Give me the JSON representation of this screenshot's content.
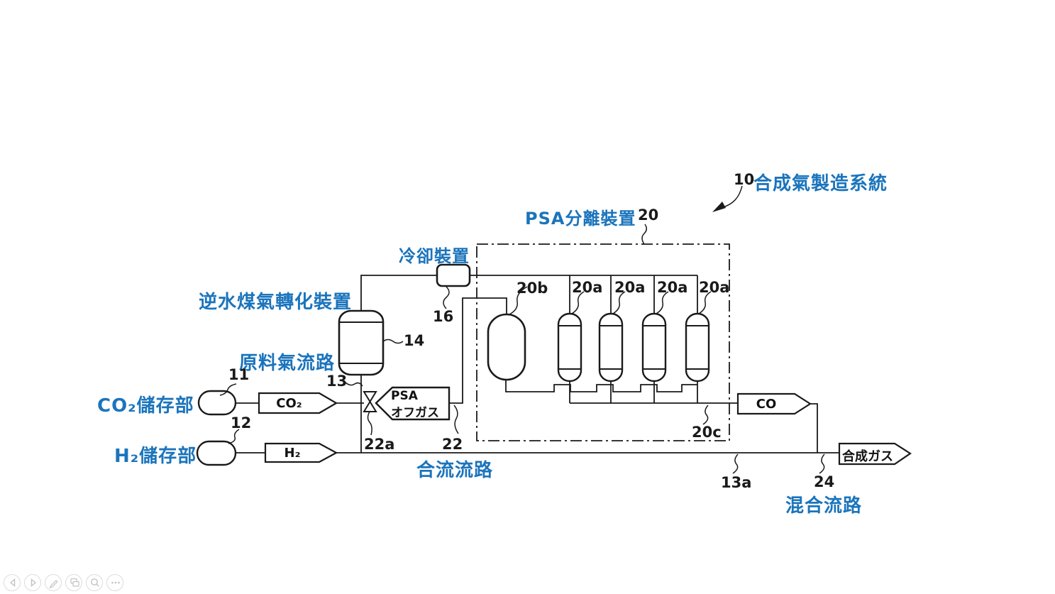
{
  "diagram": {
    "colors": {
      "label_blue": "#1b74bc",
      "line_color": "#1a1a1a"
    },
    "system": {
      "ref": "10",
      "label": "合成氣製造系統"
    },
    "psa_unit": {
      "ref": "20",
      "label": "PSA分離裝置"
    },
    "cooler": {
      "ref": "16",
      "label": "冷卻裝置"
    },
    "rwgs": {
      "ref": "14",
      "label": "逆水煤氣轉化裝置"
    },
    "feed_path": {
      "ref": "13",
      "label": "原料氣流路"
    },
    "co2_storage": {
      "ref": "11",
      "label": "CO₂儲存部",
      "stream": "CO₂"
    },
    "h2_storage": {
      "ref": "12",
      "label": "H₂儲存部",
      "stream": "H₂"
    },
    "valve": {
      "ref": "22a"
    },
    "offgas": {
      "ref": "22",
      "line1": "PSA",
      "line2": "オフガス"
    },
    "merge_path": {
      "label": "合流流路"
    },
    "offgas_tank": {
      "ref": "20b"
    },
    "adsorbers": {
      "refs": [
        "20a",
        "20a",
        "20a",
        "20a"
      ]
    },
    "product_path": {
      "ref": "20c",
      "stream": "CO"
    },
    "mixed_path": {
      "ref_a": "13a",
      "ref_b": "24",
      "label": "混合流路",
      "stream": "合成ガス"
    }
  },
  "toolbar": {
    "buttons": [
      {
        "name": "previous-slide",
        "icon": "left-arrow-icon"
      },
      {
        "name": "next-slide",
        "icon": "right-arrow-icon"
      },
      {
        "name": "pen-tools",
        "icon": "pen-icon"
      },
      {
        "name": "all-slides",
        "icon": "slides-icon"
      },
      {
        "name": "zoom",
        "icon": "magnifier-icon"
      },
      {
        "name": "more-options",
        "icon": "ellipsis-icon"
      }
    ]
  }
}
